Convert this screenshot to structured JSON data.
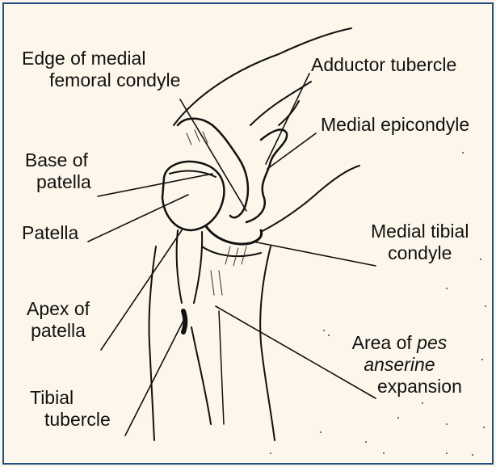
{
  "labels": {
    "medial_femoral_condyle": {
      "line1": "Edge of medial",
      "line2": "femoral condyle"
    },
    "adductor_tubercle": {
      "text": "Adductor tubercle"
    },
    "medial_epicondyle": {
      "text": "Medial epicondyle"
    },
    "base_of_patella": {
      "line1": "Base of",
      "line2": "patella"
    },
    "patella": {
      "text": "Patella"
    },
    "medial_tibial_condyle": {
      "line1": "Medial tibial",
      "line2": "condyle"
    },
    "apex_of_patella": {
      "line1": "Apex of",
      "line2": "patella"
    },
    "pes_anserine": {
      "line1_prefix": "Area of ",
      "line1_italic": "pes",
      "line2_italic": "anserine",
      "line3": "expansion"
    },
    "tibial_tubercle": {
      "line1": "Tibial",
      "line2": "tubercle"
    }
  },
  "colors": {
    "background": "#fdf6ea",
    "border": "#1f4f86",
    "ink": "#111111"
  }
}
